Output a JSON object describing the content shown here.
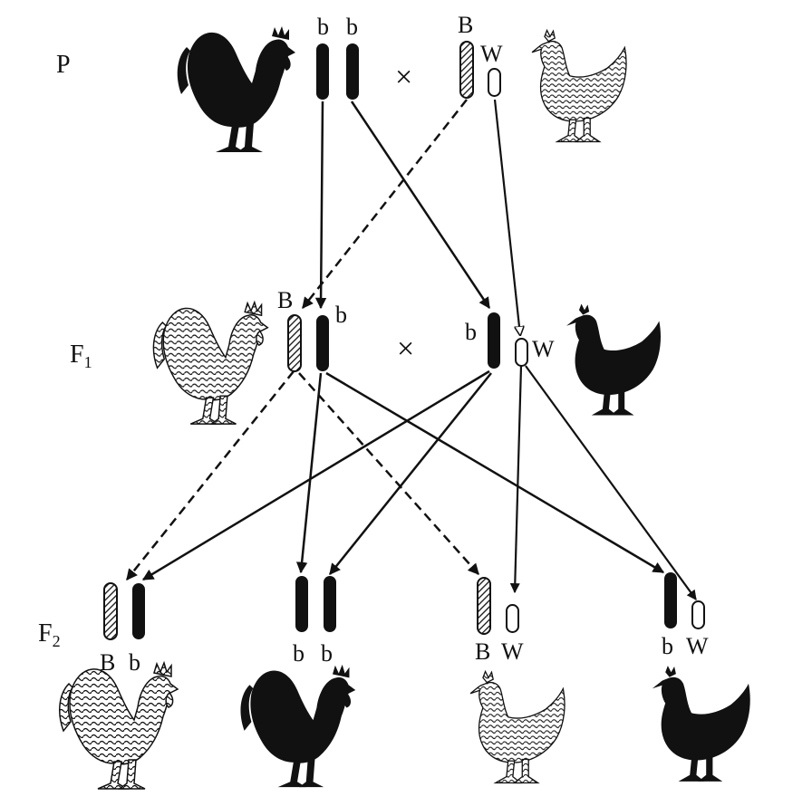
{
  "generations": {
    "p": "P",
    "f1": "F",
    "f1_sub": "1",
    "f2": "F",
    "f2_sub": "2"
  },
  "cross_symbol": "×",
  "alleles": {
    "p_male_1": "b",
    "p_male_2": "b",
    "p_female_z": "B",
    "p_female_w": "W",
    "f1_male_1": "B",
    "f1_male_2": "b",
    "f1_female_z": "b",
    "f1_female_w": "W",
    "f2_1a": "B",
    "f2_1b": "b",
    "f2_2a": "b",
    "f2_2b": "b",
    "f2_3a": "B",
    "f2_3b": "W",
    "f2_4a": "b",
    "f2_4b": "W"
  },
  "colors": {
    "ink": "#111111",
    "background": "#ffffff"
  },
  "icons": {
    "p_rooster": "black-rooster-icon",
    "p_hen": "barred-hen-icon",
    "f1_rooster": "barred-rooster-icon",
    "f1_hen": "black-hen-icon",
    "f2_1": "barred-rooster-icon",
    "f2_2": "black-rooster-icon",
    "f2_3": "barred-hen-icon",
    "f2_4": "black-hen-icon"
  }
}
